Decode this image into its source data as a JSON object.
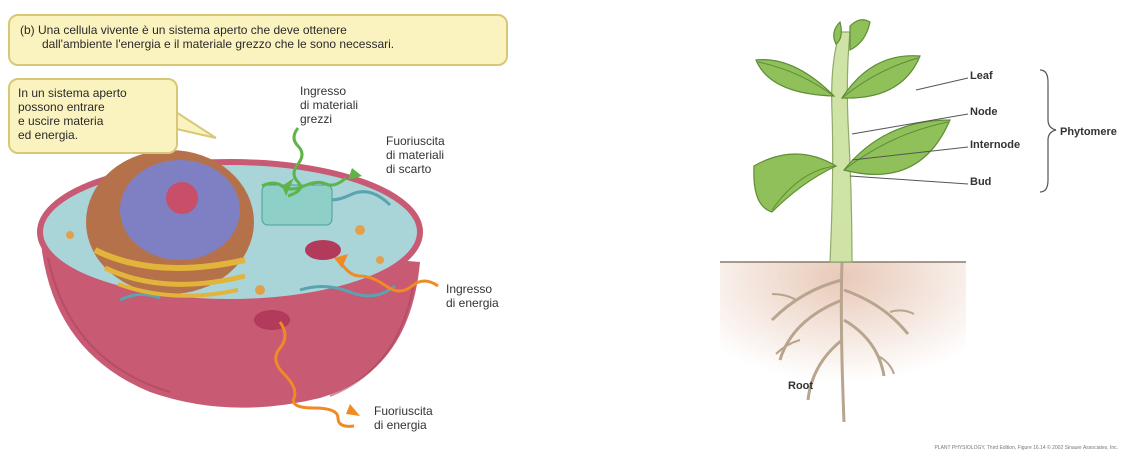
{
  "cell_panel": {
    "caption": {
      "line1": "(b) Una cellula vivente è un sistema aperto che deve ottenere",
      "line2": "dall'ambiente l'energia e il materiale grezzo che le sono necessari."
    },
    "open_system_note": {
      "line1": "In un sistema aperto",
      "line2": "possono entrare",
      "line3": "e uscire materia",
      "line4": "ed energia."
    },
    "labels": {
      "raw_in": [
        "Ingresso",
        "di materiali",
        "grezzi"
      ],
      "waste_out": [
        "Fuoriuscita",
        "di materiali",
        "di scarto"
      ],
      "energy_in": [
        "Ingresso",
        "di energia"
      ],
      "energy_out": [
        "Fuoriuscita",
        "di energia"
      ]
    },
    "colors": {
      "membrane": "#c85a73",
      "cytoplasm": "#a9d4d8",
      "nucleus": "#7f7fc4",
      "golgi": "#e2b53a",
      "material_arrow": "#5db449",
      "energy_arrow": "#f08a24"
    }
  },
  "plant_panel": {
    "labels": {
      "leaf": "Leaf",
      "node": "Node",
      "internode": "Internode",
      "bud": "Bud",
      "phytomere": "Phytomere",
      "root": "Root"
    },
    "credit": "PLANT PHYSIOLOGY, Third Edition, Figure 16.14 © 2002 Sinauer Associates, Inc.",
    "colors": {
      "stem": "#cfe3a6",
      "leaf": "#8fc05a",
      "soil": "#e8c9b8",
      "root": "#b8a58e"
    }
  }
}
